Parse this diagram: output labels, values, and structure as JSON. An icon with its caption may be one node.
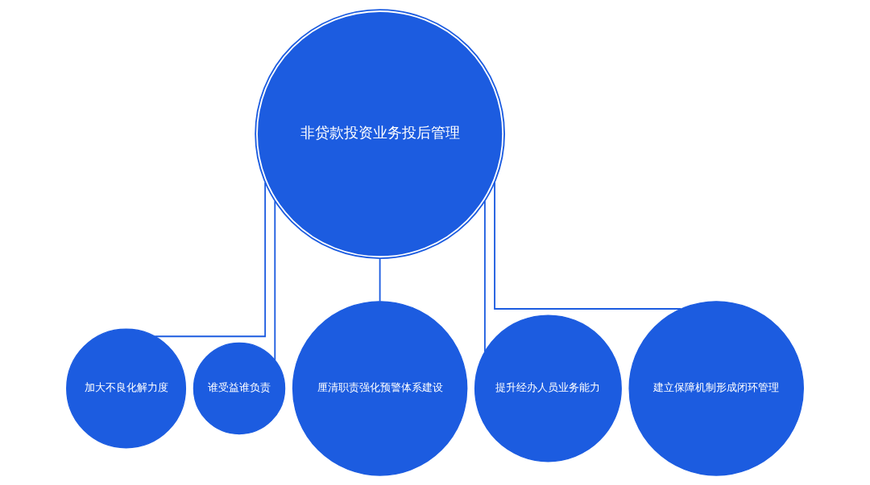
{
  "diagram": {
    "nodes": [
      {
        "text": [
          "非贷款投资业务投后管理"
        ]
      },
      {
        "text": [
          "加大不良化解力度"
        ]
      },
      {
        "text": [
          "谁受益谁负责"
        ]
      },
      {
        "text": [
          "厘清职责强化预警体系建设"
        ]
      },
      {
        "text": [
          "提升经办人员业务能力"
        ]
      },
      {
        "text": [
          "建立保障机制形成闭环管理"
        ]
      }
    ],
    "edges": [
      {
        "from": 0,
        "to": 1,
        "arrow": "none"
      },
      {
        "from": 0,
        "to": 2,
        "arrow": "none"
      },
      {
        "from": 0,
        "to": 3,
        "arrow": "none"
      },
      {
        "from": 0,
        "to": 4,
        "arrow": "none"
      },
      {
        "from": 0,
        "to": 5,
        "arrow": "none"
      }
    ]
  }
}
